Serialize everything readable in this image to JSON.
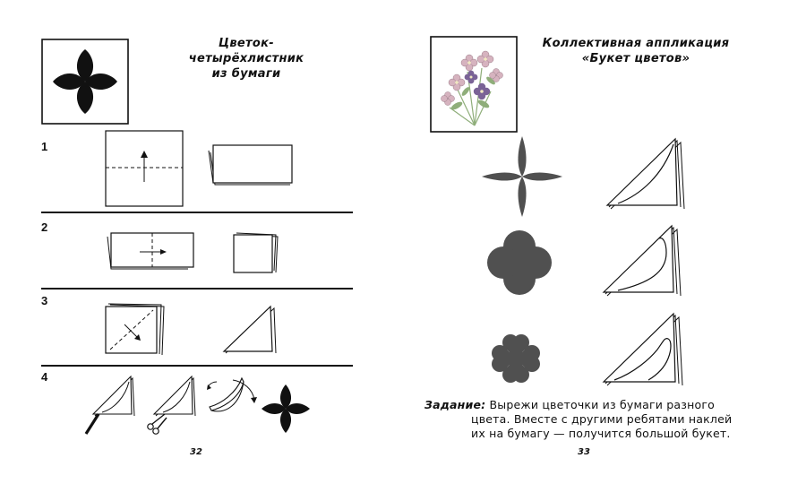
{
  "left_page": {
    "title_line1": "Цветок-четырёхлистник",
    "title_line2": "из бумаги",
    "steps": [
      {
        "number": "1"
      },
      {
        "number": "2"
      },
      {
        "number": "3"
      },
      {
        "number": "4"
      }
    ],
    "page_number": "32"
  },
  "right_page": {
    "title_line1": "Коллективная аппликация",
    "title_line2": "«Букет цветов»",
    "task_label": "Задание:",
    "task_line1": "Вырежи цветочки из бумаги разного",
    "task_line2": "цвета. Вместе с другими ребятами наклей",
    "task_line3": "их на бумагу — получится большой букет.",
    "page_number": "33"
  },
  "colors": {
    "ink": "#111111",
    "flower_fill": "#505050",
    "bouquet_pink": "#d6b3bf",
    "bouquet_green": "#8fae7a",
    "bouquet_purple": "#7a6396"
  }
}
